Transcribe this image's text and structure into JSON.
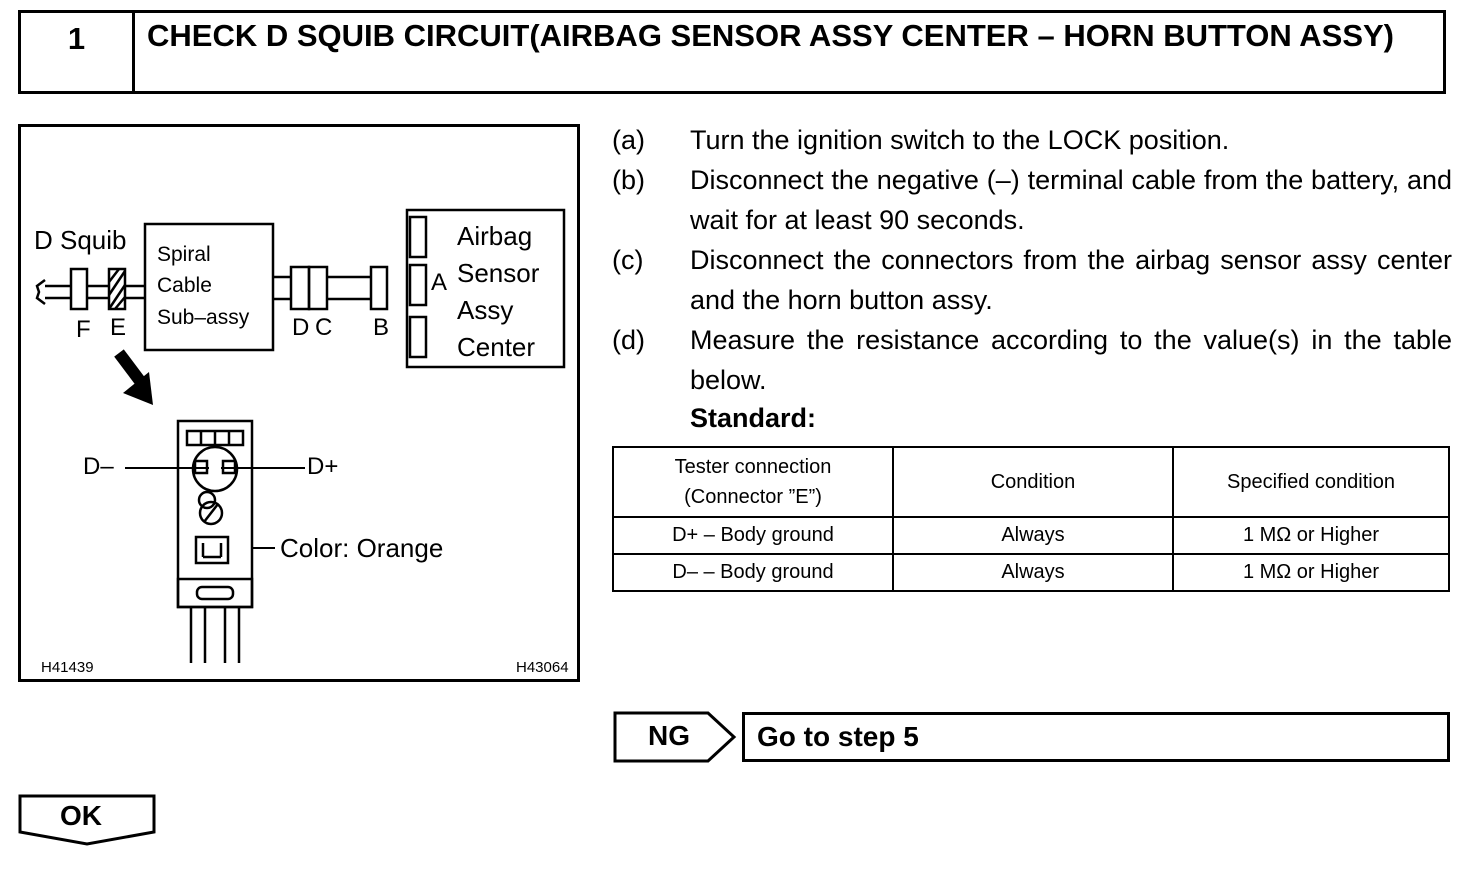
{
  "header": {
    "step_number": "1",
    "title": "CHECK D SQUIB CIRCUIT(AIRBAG SENSOR ASSY CENTER – HORN BUTTON ASSY)"
  },
  "figure": {
    "d_squib_label": "D Squib",
    "spiral_line1": "Spiral",
    "spiral_line2": "Cable",
    "spiral_line3": "Sub–assy",
    "airbag_line1": "Airbag",
    "airbag_line2": "Sensor",
    "airbag_line3": "Assy",
    "airbag_line4": "Center",
    "conn_a": "A",
    "conn_b": "B",
    "conn_d": "D",
    "conn_c": "C",
    "conn_e": "E",
    "conn_f": "F",
    "pin_minus": "D–",
    "pin_plus": "D+",
    "color_label": "Color: Orange",
    "code_left": "H41439",
    "code_right": "H43064"
  },
  "steps": [
    {
      "label": "(a)",
      "text": "Turn the ignition switch to the LOCK position."
    },
    {
      "label": "(b)",
      "text": "Disconnect the negative (–) terminal cable from the battery, and wait for at least 90 seconds."
    },
    {
      "label": "(c)",
      "text": "Disconnect the connectors from the airbag sensor assy center and the horn button assy."
    },
    {
      "label": "(d)",
      "text": "Measure the resistance according to the value(s) in the table below."
    }
  ],
  "standard_label": "Standard:",
  "table": {
    "headers": [
      "Tester connection",
      "(Connector ”E”)",
      "Condition",
      "Specified condition"
    ],
    "rows": [
      [
        "D+ – Body ground",
        "Always",
        "1 MΩ or Higher"
      ],
      [
        "D– – Body ground",
        "Always",
        "1 MΩ or Higher"
      ]
    ]
  },
  "ng": {
    "label": "NG",
    "action": "Go to step 5"
  },
  "ok": {
    "label": "OK"
  }
}
